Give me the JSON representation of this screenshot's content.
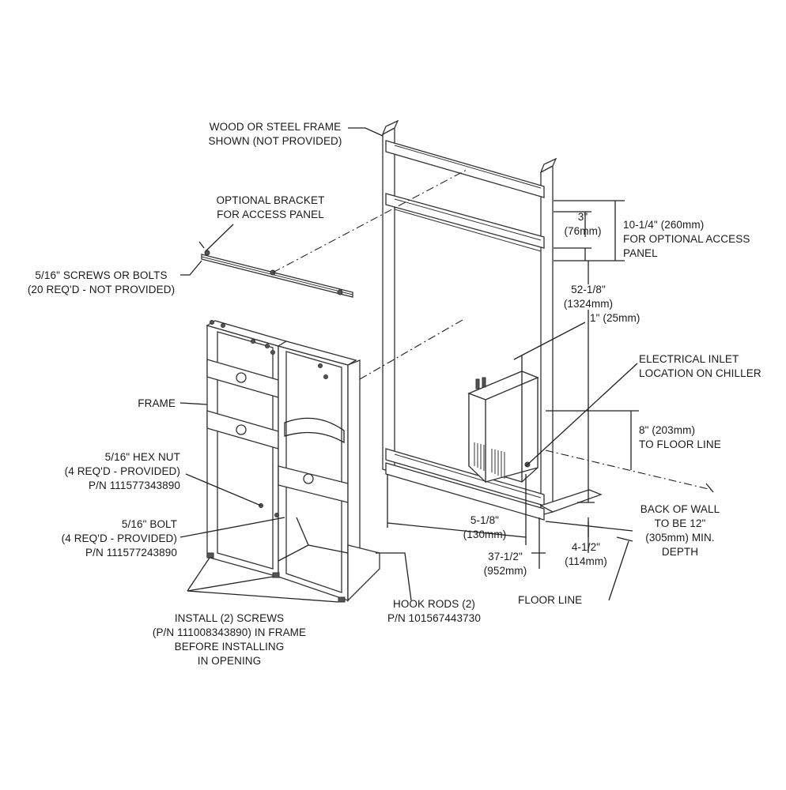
{
  "labels": {
    "wood_frame": [
      "WOOD OR STEEL FRAME",
      "SHOWN (NOT PROVIDED)"
    ],
    "optional_bracket": [
      "OPTIONAL BRACKET",
      "FOR ACCESS PANEL"
    ],
    "screws_bolts": [
      "5/16\" SCREWS OR BOLTS",
      "(20 REQ'D - NOT PROVIDED)"
    ],
    "frame": "FRAME",
    "hex_nut": [
      "5/16\" HEX NUT",
      "(4 REQ'D - PROVIDED)",
      "P/N 111577343890"
    ],
    "bolt": [
      "5/16\" BOLT",
      "(4 REQ'D - PROVIDED)",
      "P/N 111577243890"
    ],
    "install_screws": [
      "INSTALL (2) SCREWS",
      "(P/N 111008343890) IN FRAME",
      "BEFORE INSTALLING",
      "IN OPENING"
    ],
    "hook_rods": [
      "HOOK RODS (2)",
      "P/N 101567443730"
    ],
    "dim_3in": [
      "3\"",
      "(76mm)"
    ],
    "dim_10_1_4": [
      "10-1/4\" (260mm)",
      "FOR OPTIONAL ACCESS",
      "PANEL"
    ],
    "dim_52_1_8": [
      "52-1/8\"",
      "(1324mm)"
    ],
    "dim_1in": "1\" (25mm)",
    "electrical_inlet": [
      "ELECTRICAL INLET",
      "LOCATION ON CHILLER"
    ],
    "dim_8in": [
      "8\" (203mm)",
      "TO FLOOR LINE"
    ],
    "back_of_wall": [
      "BACK OF WALL",
      "TO BE 12\"",
      "(305mm) MIN.",
      "DEPTH"
    ],
    "dim_5_1_8": [
      "5-1/8\"",
      "(130mm)"
    ],
    "dim_37_1_2": [
      "37-1/2\"",
      "(952mm)"
    ],
    "dim_4_1_2": [
      "4-1/2\"",
      "(114mm)"
    ],
    "floor_line": "FLOOR LINE"
  }
}
